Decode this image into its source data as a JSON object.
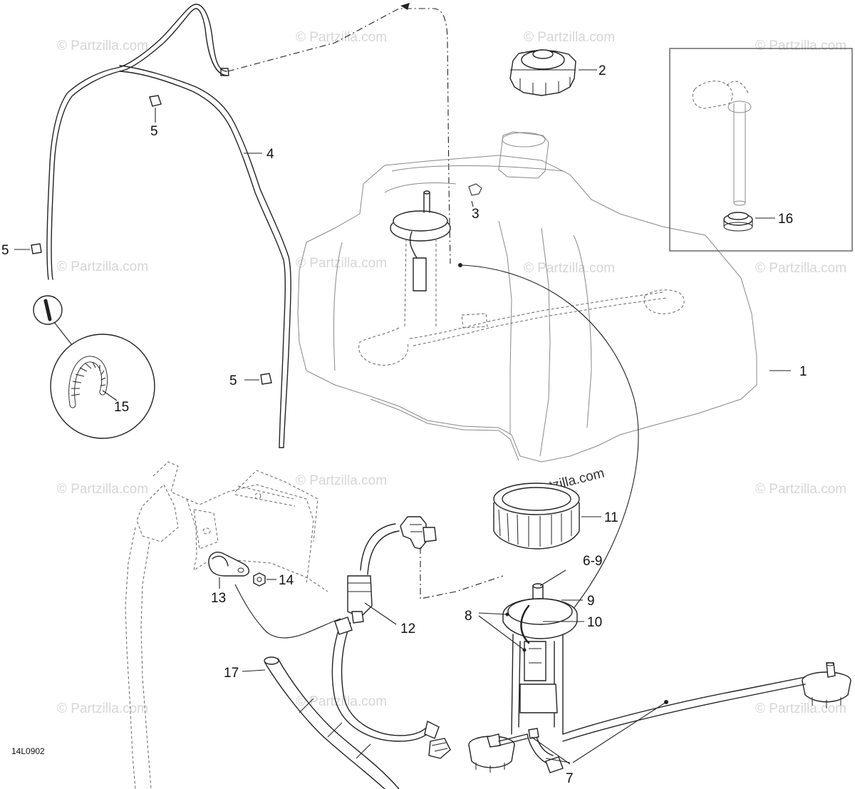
{
  "watermark": "© Partzilla.com",
  "reference_code": "14L0902",
  "callouts": {
    "tank": "1",
    "fuel_cap": "2",
    "vent_elbow": "3",
    "vent_hose": "4",
    "clip": "5",
    "pump_module": "6-9",
    "clamps_8": "8",
    "pump_top": "9",
    "gasket": "10",
    "lock_ring": "11",
    "fuel_filter": "12",
    "hose_clamp": "13",
    "nut": "14",
    "spiral_wrap": "15",
    "level_grommet": "16",
    "fuel_hose": "17",
    "fittings": "7"
  },
  "colors": {
    "line": "#222222",
    "watermark": "#d6d6d6",
    "background": "#ffffff"
  }
}
